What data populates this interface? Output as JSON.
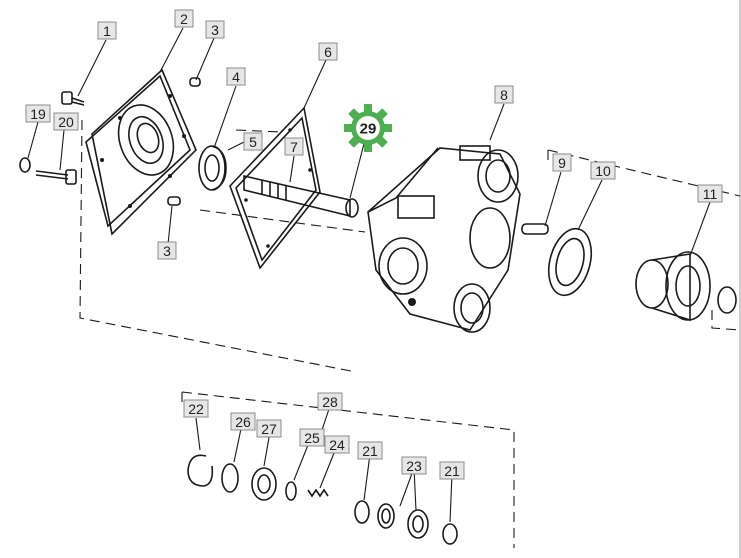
{
  "labels": {
    "l1": "1",
    "l2": "2",
    "l3a": "3",
    "l3b": "3",
    "l4": "4",
    "l5": "5",
    "l6": "6",
    "l7": "7",
    "l8": "8",
    "l9": "9",
    "l10": "10",
    "l11": "11",
    "l19": "19",
    "l20": "20",
    "l21a": "21",
    "l21b": "21",
    "l22": "22",
    "l23": "23",
    "l24": "24",
    "l25": "25",
    "l26": "26",
    "l27": "27",
    "l28": "28",
    "l29": "29"
  },
  "colors": {
    "background": "#ffffff",
    "line": "#1a1a1a",
    "label_fill": "#e6e6e6",
    "label_stroke": "#8c8c8c",
    "gear_badge": "#4caf50"
  },
  "icons": {
    "highlight": "gear-icon"
  }
}
